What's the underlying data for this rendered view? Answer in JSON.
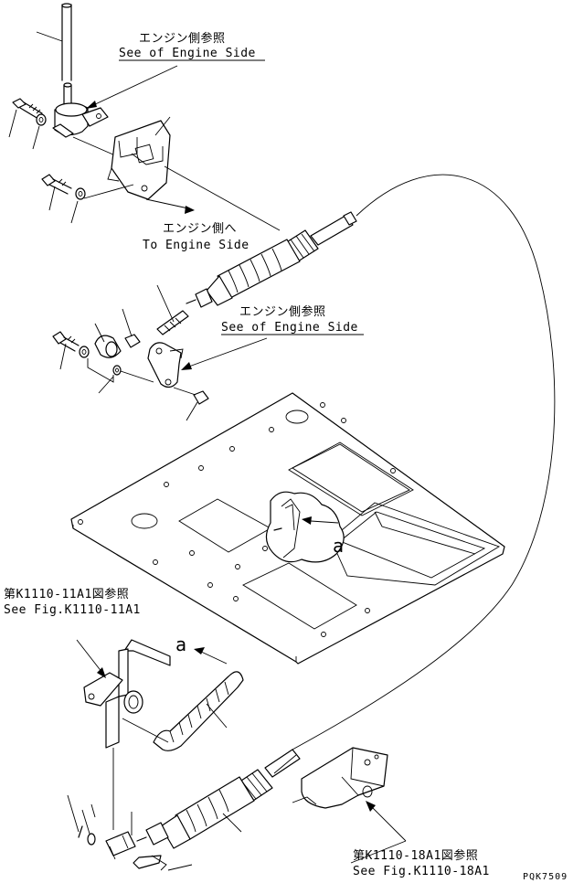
{
  "callouts": {
    "top_ref_jp": "エンジン側参照",
    "top_ref_en": "See of Engine Side",
    "to_engine_jp": "エンジン側へ",
    "to_engine_en": "To Engine Side",
    "mid_ref_jp": "エンジン側参照",
    "mid_ref_en": "See of Engine Side",
    "fig11_jp": "第K1110-11A1図参照",
    "fig11_en": "See Fig.K1110-11A1",
    "fig18_jp": "第K1110-18A1図参照",
    "fig18_en": "See Fig.K1110-18A1",
    "marker_a_upper": "a",
    "marker_a_lower": "a"
  },
  "drawing_id": "PQK7509"
}
